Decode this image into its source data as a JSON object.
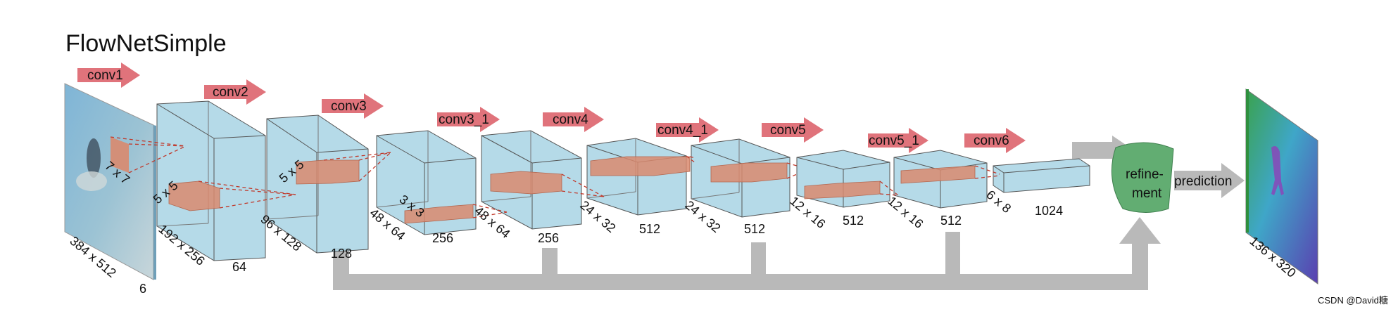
{
  "title": "FlowNetSimple",
  "layers": [
    {
      "label": "conv1",
      "kernel": "7 x 7"
    },
    {
      "label": "conv2",
      "kernel": "5 x 5"
    },
    {
      "label": "conv3",
      "kernel": "5 x 5"
    },
    {
      "label": "conv3_1",
      "kernel": "3 x 3"
    },
    {
      "label": "conv4"
    },
    {
      "label": "conv4_1"
    },
    {
      "label": "conv5"
    },
    {
      "label": "conv5_1"
    },
    {
      "label": "conv6"
    }
  ],
  "blocks": [
    {
      "spatial": "384 x 512",
      "channels": "6"
    },
    {
      "spatial": "192 x 256",
      "channels": "64"
    },
    {
      "spatial": "96 x 128",
      "channels": "128"
    },
    {
      "spatial": "48 x 64",
      "channels": "256"
    },
    {
      "spatial": "48 x 64",
      "channels": "256"
    },
    {
      "spatial": "24 x 32",
      "channels": "512"
    },
    {
      "spatial": "24 x 32",
      "channels": "512"
    },
    {
      "spatial": "12 x 16",
      "channels": "512"
    },
    {
      "spatial": "12 x 16",
      "channels": "512"
    },
    {
      "spatial": "6 x 8",
      "channels": "1024"
    }
  ],
  "refinement_label": "refine-\nment",
  "refinement_line1": "refine-",
  "refinement_line2": "ment",
  "prediction_label": "prediction",
  "output_dims": "136 x 320",
  "watermark": "CSDN @David糖",
  "colors": {
    "block_fill": "#a8d3e4",
    "block_edge": "#555555",
    "arrow_red": "#e0737b",
    "kernel_fill": "#d9896e",
    "refine_green": "#62ad72",
    "skip_gray": "#b9b9b9"
  }
}
